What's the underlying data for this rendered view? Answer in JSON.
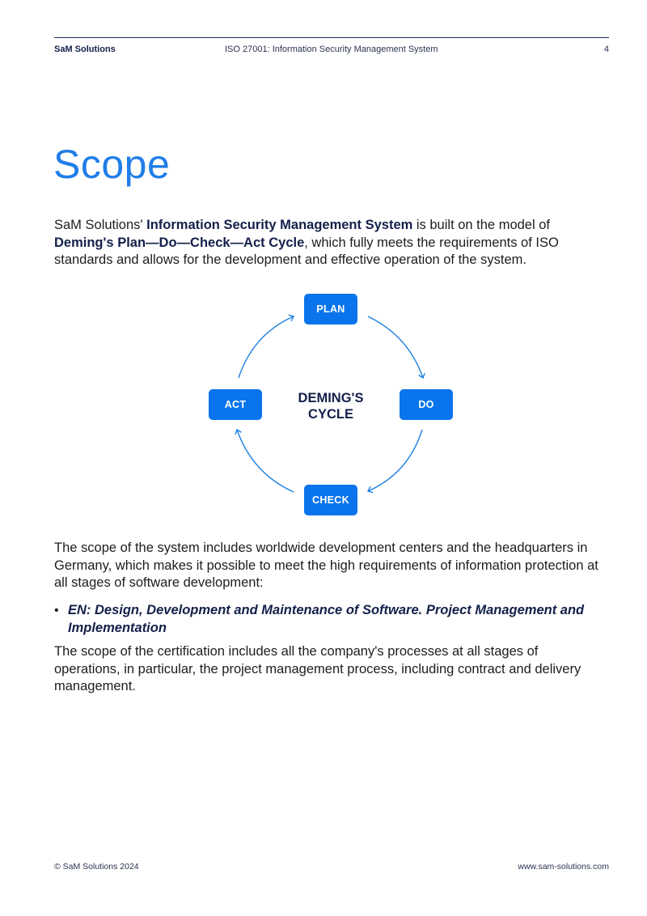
{
  "header": {
    "company": "SaM Solutions",
    "doc_title": "ISO 27001: Information Security Management System",
    "page_number": "4"
  },
  "title": "Scope",
  "intro": {
    "p1": "SaM Solutions' ",
    "b1": "Information Security Management System",
    "p2": " is built on the model of ",
    "b2": "Deming's Plan—Do—Check—Act Cycle",
    "p3": ", which fully meets the requirements of ISO standards and allows for the development and effective operation of the system."
  },
  "diagram": {
    "center_line1": "DEMING'S",
    "center_line2": "CYCLE",
    "plan": "PLAN",
    "do": "DO",
    "check": "CHECK",
    "act": "ACT",
    "colors": {
      "box": "#0a74ec",
      "arrow": "#1a7fe0"
    }
  },
  "scope_text": "The scope of the system includes worldwide development centers and the headquarters in Germany, which makes it possible to meet the high requirements of information protection at all stages of software development:",
  "bullet": "EN: Design, Development and Maintenance of Software. Project Management and Implementation",
  "certification_text": "The scope of the certification includes all the company's processes at all stages of operations, in particular, the project management process, including contract and delivery management.",
  "footer": {
    "copyright": "© SaM Solutions 2024",
    "website": "www.sam-solutions.com"
  }
}
